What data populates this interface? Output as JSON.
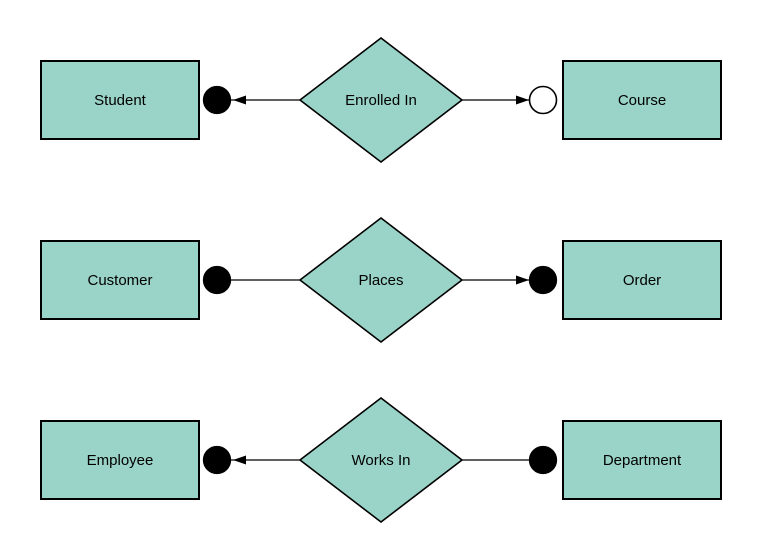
{
  "diagram": {
    "type": "entity-relationship",
    "colors": {
      "shape_fill": "#9ad4c8",
      "shape_stroke": "#000000",
      "connector": "#000000",
      "filled_terminator": "#000000",
      "open_terminator_fill": "#ffffff",
      "background": "#ffffff",
      "text": "#000000"
    },
    "rows": [
      {
        "left_entity": "Student",
        "relationship": "Enrolled In",
        "right_entity": "Course",
        "left_terminator": "filled-circle",
        "right_terminator": "open-circle",
        "left_terminator_fill": "#000000",
        "right_terminator_fill": "#ffffff",
        "left_arrowhead": true,
        "right_arrowhead": true
      },
      {
        "left_entity": "Customer",
        "relationship": "Places",
        "right_entity": "Order",
        "left_terminator": "filled-circle",
        "right_terminator": "filled-circle",
        "left_terminator_fill": "#000000",
        "right_terminator_fill": "#000000",
        "left_arrowhead": false,
        "right_arrowhead": true
      },
      {
        "left_entity": "Employee",
        "relationship": "Works In",
        "right_entity": "Department",
        "left_terminator": "filled-circle",
        "right_terminator": "filled-circle",
        "left_terminator_fill": "#000000",
        "right_terminator_fill": "#000000",
        "left_arrowhead": true,
        "right_arrowhead": false
      }
    ]
  }
}
